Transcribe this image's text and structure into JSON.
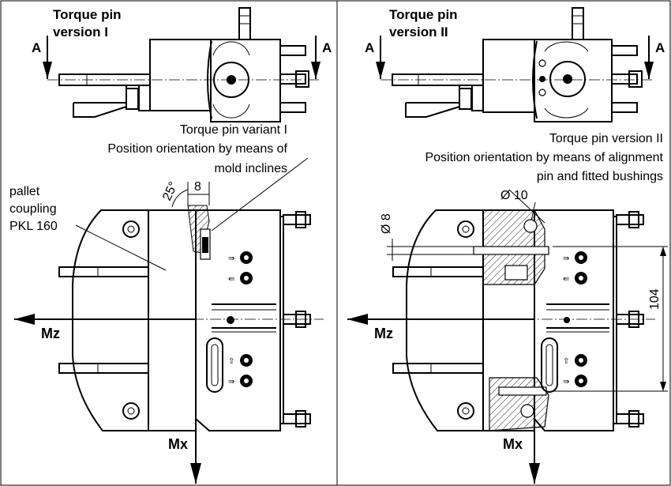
{
  "left": {
    "title_line1": "Torque pin",
    "title_line2": "version I",
    "section_marker": "A",
    "variant_caption": "Torque pin variant I",
    "orientation_line1": "Position orientation by means of",
    "orientation_line2": "mold inclines",
    "coupling_line1": "pallet",
    "coupling_line2": "coupling",
    "coupling_line3": "PKL 160",
    "angle_label": "25°",
    "width_label": "8",
    "axis_z": "Mz",
    "axis_x": "Mx"
  },
  "right": {
    "title_line1": "Torque pin",
    "title_line2": "version II",
    "section_marker": "A",
    "variant_caption": "Torque pin version II",
    "orientation_line1": "Position orientation by means of alignment",
    "orientation_line2": "pin and fitted bushings",
    "diameter_10": "Ø 10",
    "diameter_8": "Ø 8",
    "height_label": "104",
    "axis_z": "Mz",
    "axis_x": "Mx"
  }
}
